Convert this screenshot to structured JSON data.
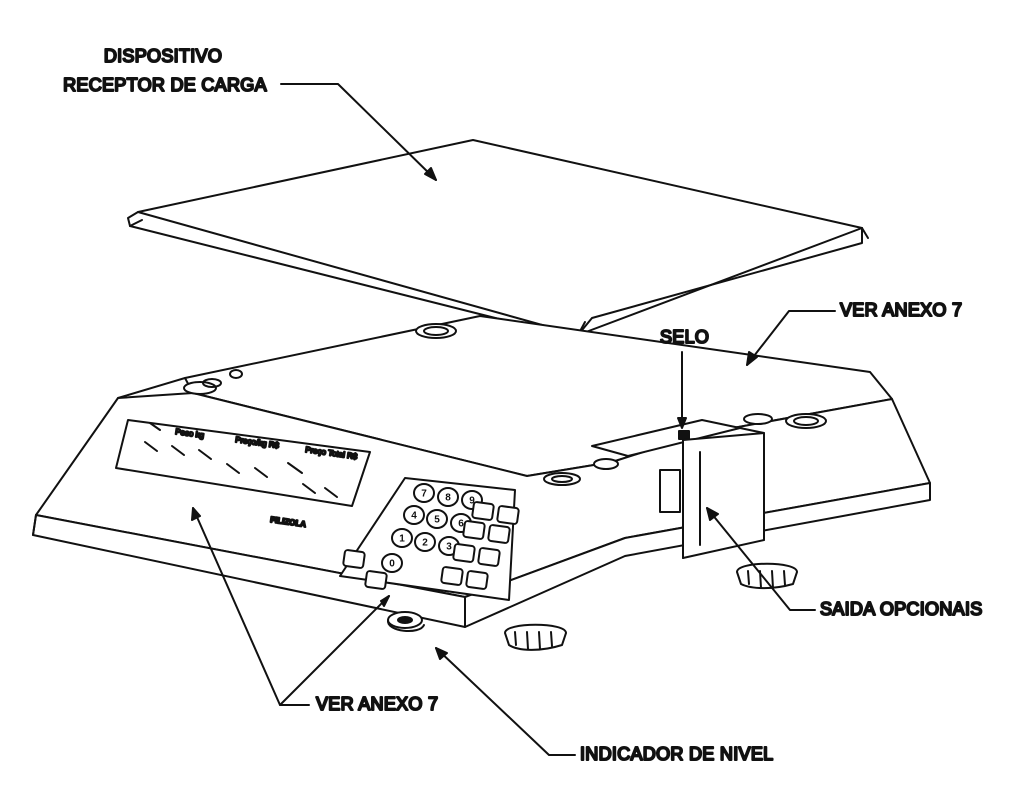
{
  "callouts": {
    "load_receptor_line1": "DISPOSITIVO",
    "load_receptor_line2": "RECEPTOR DE CARGA",
    "see_annex_top": "VER ANEXO 7",
    "seal": "SELO",
    "optional_outputs": "SAIDA OPCIONAIS",
    "see_annex_bottom": "VER ANEXO 7",
    "level_indicator": "INDICADOR DE NIVEL"
  },
  "display_panel": {
    "weight_label": "Peso kg",
    "unit_price_label": "Preço/kg R$",
    "total_price_label": "Preço Total R$",
    "brand": "FILIZOLA"
  },
  "keypad": {
    "digits": [
      "7",
      "8",
      "9",
      "4",
      "5",
      "6",
      "1",
      "2",
      "3",
      "0"
    ],
    "func_keys": []
  }
}
